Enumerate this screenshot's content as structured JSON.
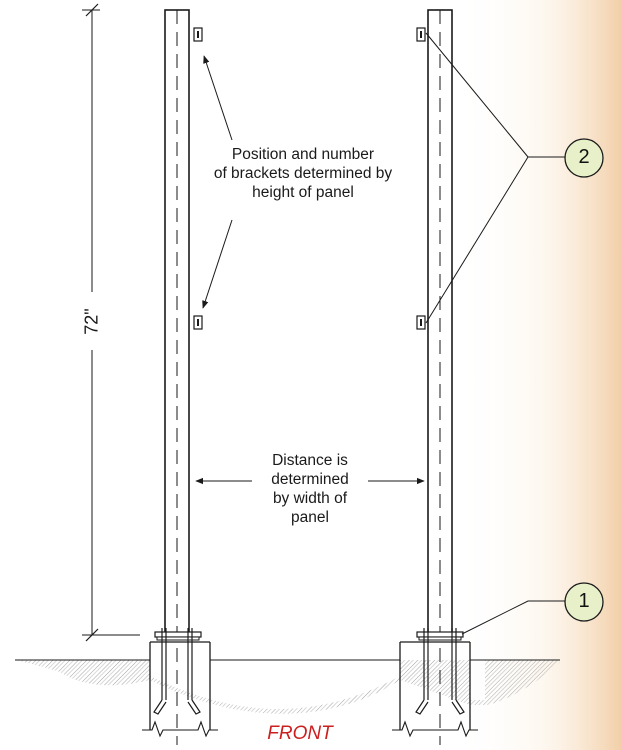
{
  "colors": {
    "line": "#1a1a1a",
    "callout_fill": "#e8f0c9",
    "bg_right": "#f4d6b8",
    "front_label": "#cc1f1f",
    "ground_hatch": "#808080"
  },
  "labels": {
    "height_dim": "72\"",
    "brackets_note": [
      "Position and number",
      "of brackets determined by",
      "height of panel"
    ],
    "distance_note": [
      "Distance is",
      "determined",
      "by width of",
      "panel"
    ],
    "front": "FRONT"
  },
  "callouts": [
    {
      "number": "2"
    },
    {
      "number": "1"
    }
  ]
}
